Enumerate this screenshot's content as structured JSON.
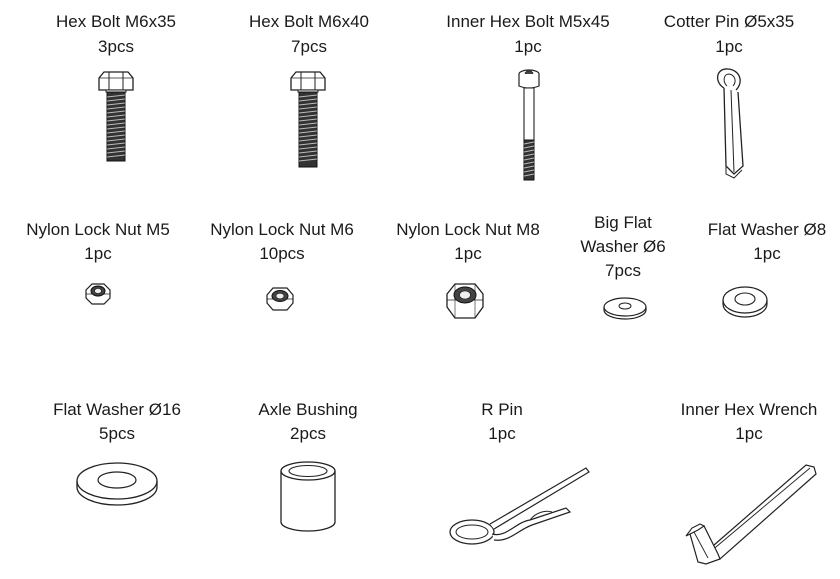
{
  "parts": [
    {
      "name": "Hex Bolt M6x35",
      "qty": "3pcs",
      "icon": "hex-bolt-icon"
    },
    {
      "name": "Hex Bolt M6x40",
      "qty": "7pcs",
      "icon": "hex-bolt-icon"
    },
    {
      "name": "Inner Hex Bolt M5x45",
      "qty": "1pc",
      "icon": "socket-head-bolt-icon"
    },
    {
      "name": "Cotter Pin Ø5x35",
      "qty": "1pc",
      "icon": "cotter-pin-icon"
    },
    {
      "name": "Nylon Lock Nut M5",
      "qty": "1pc",
      "icon": "lock-nut-icon"
    },
    {
      "name": "Nylon Lock Nut M6",
      "qty": "10pcs",
      "icon": "lock-nut-icon"
    },
    {
      "name": "Nylon Lock Nut M8",
      "qty": "1pc",
      "icon": "lock-nut-icon"
    },
    {
      "name_line1": "Big Flat",
      "name_line2": "Washer Ø6",
      "qty": "7pcs",
      "icon": "flat-washer-icon"
    },
    {
      "name": "Flat Washer Ø8",
      "qty": "1pc",
      "icon": "flat-washer-icon"
    },
    {
      "name": "Flat Washer Ø16",
      "qty": "5pcs",
      "icon": "flat-washer-icon"
    },
    {
      "name": "Axle Bushing",
      "qty": "2pcs",
      "icon": "axle-bushing-icon"
    },
    {
      "name": "R Pin",
      "qty": "1pc",
      "icon": "r-pin-icon"
    },
    {
      "name": "Inner Hex Wrench",
      "qty": "1pc",
      "icon": "hex-wrench-icon"
    }
  ]
}
